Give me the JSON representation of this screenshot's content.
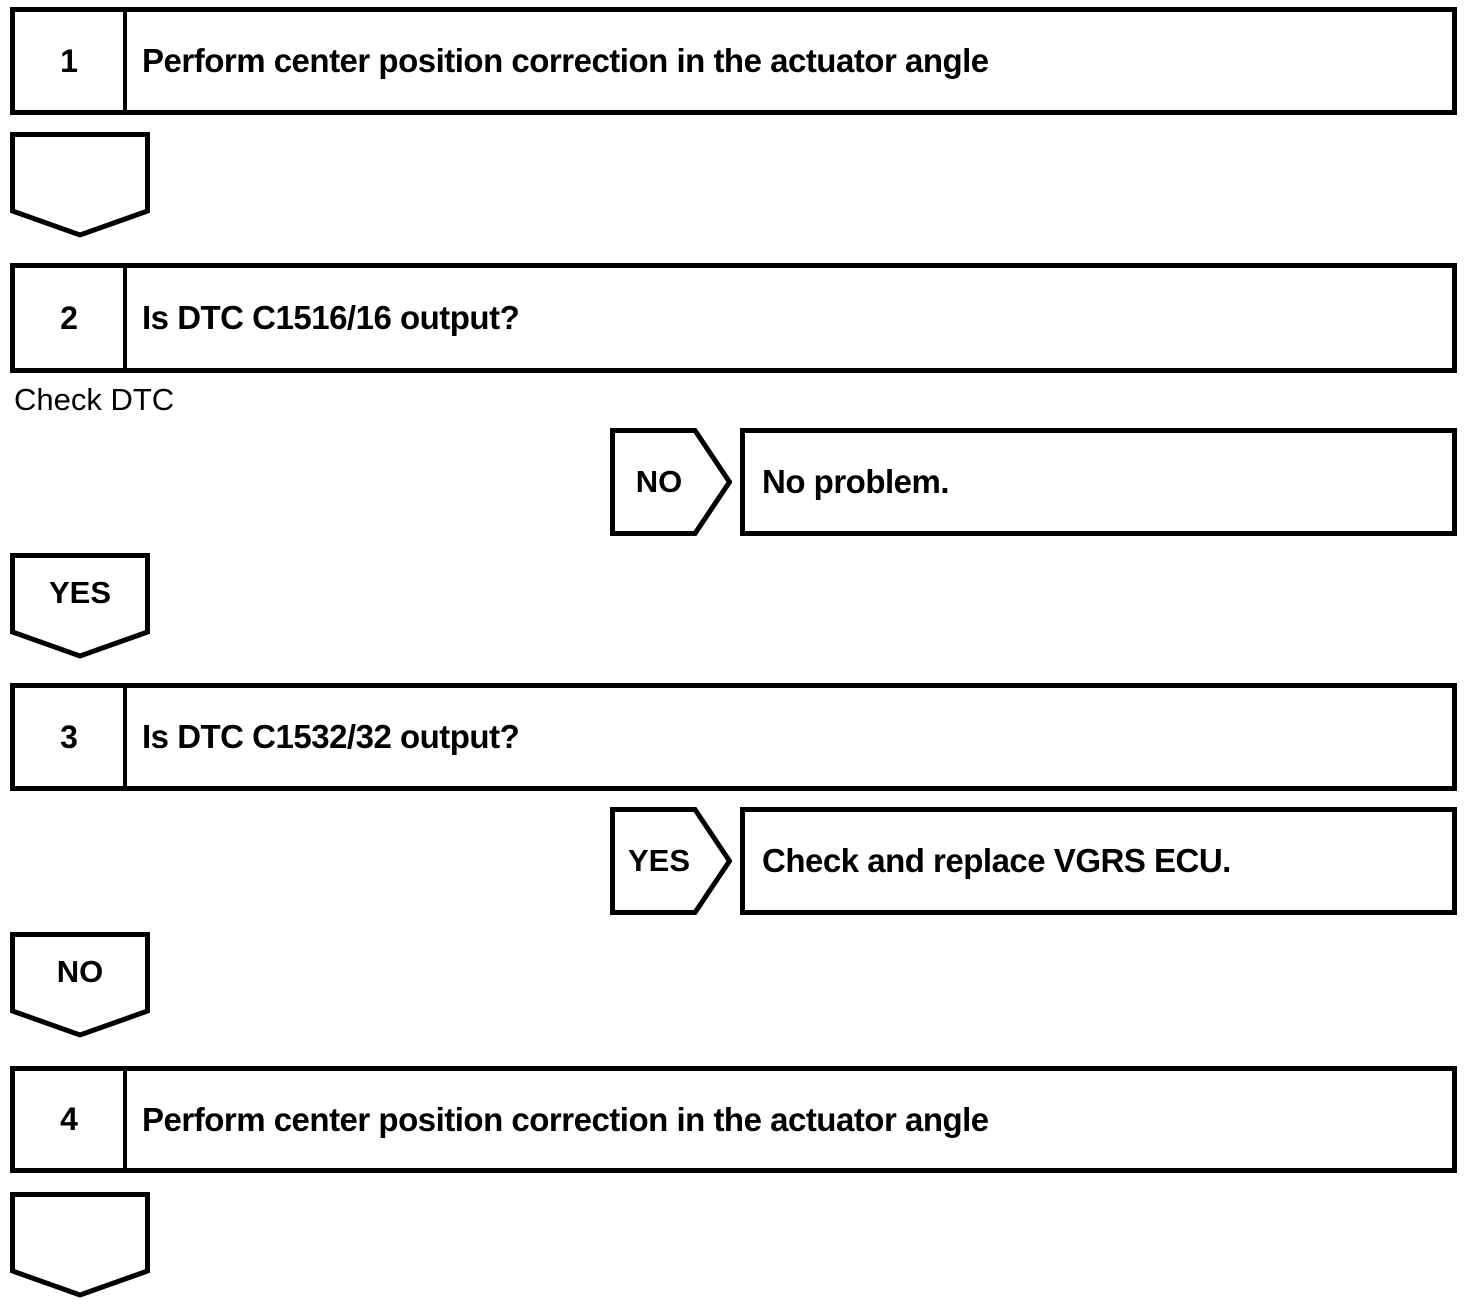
{
  "page": {
    "background_color": "#ffffff",
    "line_color": "#000000"
  },
  "flowchart": {
    "steps": [
      {
        "number": "1",
        "title": "Perform center position correction in the actuator angle"
      },
      {
        "number": "2",
        "title": "Is DTC C1516/16 output?"
      },
      {
        "number": "3",
        "title": "Is DTC C1532/32 output?"
      },
      {
        "number": "4",
        "title": "Perform center position correction in the actuator angle"
      }
    ],
    "note": "Check DTC",
    "connectors": {
      "after_step1": "",
      "step2_no": "NO",
      "step2_yes": "YES",
      "step3_yes": "YES",
      "step3_no": "NO",
      "after_step4": ""
    },
    "results": [
      {
        "text": "No problem."
      },
      {
        "text": "Check and replace VGRS ECU."
      }
    ]
  }
}
